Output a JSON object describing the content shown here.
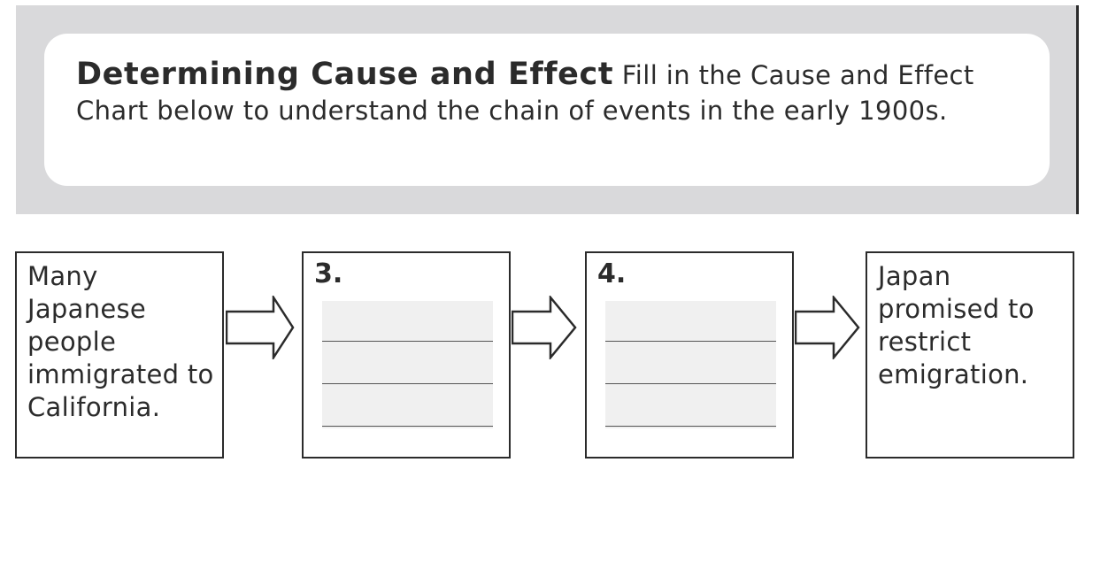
{
  "instructions": {
    "title": "Determining Cause and Effect",
    "body": " Fill in the Cause and Effect Chart below to understand the chain of events in the early 1900s."
  },
  "chart": {
    "box1": {
      "text": "Many Japanese people immigrated to California."
    },
    "box2": {
      "number": "3."
    },
    "box3": {
      "number": "4."
    },
    "box4": {
      "text": "Japan promised to restrict emigration."
    }
  },
  "icons": {
    "arrow": "right-arrow-icon"
  }
}
